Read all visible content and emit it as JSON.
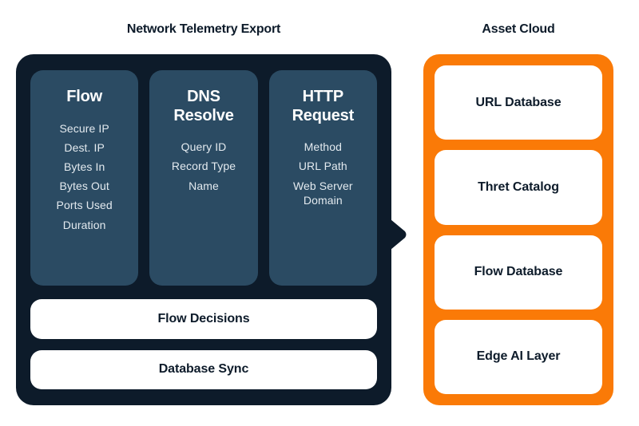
{
  "colors": {
    "background": "#ffffff",
    "panel_dark": "#0d1b2a",
    "card_blue": "#2b4b63",
    "panel_orange": "#fa7a07",
    "card_white": "#ffffff",
    "text_dark": "#0d1b2a",
    "text_light": "#e3eaef"
  },
  "left_panel": {
    "title": "Network Telemetry Export",
    "field_cards": [
      {
        "title": "Flow",
        "items": [
          "Secure IP",
          "Dest. IP",
          "Bytes In",
          "Bytes Out",
          "Ports Used",
          "Duration"
        ]
      },
      {
        "title": "DNS Resolve",
        "items": [
          "Query ID",
          "Record Type",
          "Name"
        ]
      },
      {
        "title": "HTTP Request",
        "items": [
          "Method",
          "URL Path",
          "Web Server Domain"
        ]
      }
    ],
    "action_bars": [
      {
        "label": "Flow Decisions"
      },
      {
        "label": "Database Sync"
      }
    ]
  },
  "connector": {
    "name": "arrow-right-icon",
    "direction": "right"
  },
  "right_panel": {
    "title": "Asset Cloud",
    "cards": [
      {
        "label": "URL Database"
      },
      {
        "label": "Thret Catalog"
      },
      {
        "label": "Flow Database"
      },
      {
        "label": "Edge AI Layer"
      }
    ]
  }
}
